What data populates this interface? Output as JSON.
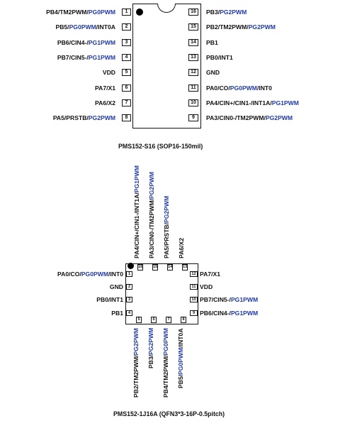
{
  "accent_color": "#1f3aa8",
  "soic": {
    "caption": "PMS152-S16 (SOP16-150mil)",
    "left_pins": [
      {
        "num": "1",
        "parts": [
          {
            "t": "PB4/TM2PWM/",
            "c": "k"
          },
          {
            "t": "PG0PWM",
            "c": "b"
          }
        ]
      },
      {
        "num": "2",
        "parts": [
          {
            "t": "PB5/",
            "c": "k"
          },
          {
            "t": "PG0PWM",
            "c": "b"
          },
          {
            "t": "/INT0A",
            "c": "k"
          }
        ]
      },
      {
        "num": "3",
        "parts": [
          {
            "t": "PB6/CIN4-/",
            "c": "k"
          },
          {
            "t": "PG1PWM",
            "c": "b"
          }
        ]
      },
      {
        "num": "4",
        "parts": [
          {
            "t": "PB7/CIN5-/",
            "c": "k"
          },
          {
            "t": "PG1PWM",
            "c": "b"
          }
        ]
      },
      {
        "num": "5",
        "parts": [
          {
            "t": "VDD",
            "c": "k"
          }
        ]
      },
      {
        "num": "6",
        "parts": [
          {
            "t": "PA7/X1",
            "c": "k"
          }
        ]
      },
      {
        "num": "7",
        "parts": [
          {
            "t": "PA6/X2",
            "c": "k"
          }
        ]
      },
      {
        "num": "8",
        "parts": [
          {
            "t": "PA5/PRSTB/",
            "c": "k"
          },
          {
            "t": "PG2PWM",
            "c": "b"
          }
        ]
      }
    ],
    "right_pins": [
      {
        "num": "16",
        "parts": [
          {
            "t": "PB3/",
            "c": "k"
          },
          {
            "t": "PG2PWM",
            "c": "b"
          }
        ]
      },
      {
        "num": "15",
        "parts": [
          {
            "t": "PB2/TM2PWM/",
            "c": "k"
          },
          {
            "t": "PG2PWM",
            "c": "b"
          }
        ]
      },
      {
        "num": "14",
        "parts": [
          {
            "t": "PB1",
            "c": "k"
          }
        ]
      },
      {
        "num": "13",
        "parts": [
          {
            "t": "PB0/INT1",
            "c": "k"
          }
        ]
      },
      {
        "num": "12",
        "parts": [
          {
            "t": "GND",
            "c": "k"
          }
        ]
      },
      {
        "num": "11",
        "parts": [
          {
            "t": "PA0/CO/",
            "c": "k"
          },
          {
            "t": "PG0PWM",
            "c": "b"
          },
          {
            "t": "/INT0",
            "c": "k"
          }
        ]
      },
      {
        "num": "10",
        "parts": [
          {
            "t": "PA4/CIN+/CIN1-/INT1A/",
            "c": "k"
          },
          {
            "t": "PG1PWM",
            "c": "b"
          }
        ]
      },
      {
        "num": "9",
        "parts": [
          {
            "t": "PA3/CIN0-/TM2PWM/",
            "c": "k"
          },
          {
            "t": "PG2PWM",
            "c": "b"
          }
        ]
      }
    ]
  },
  "qfn": {
    "caption": "PMS152-1J16A (QFN3*3-16P-0.5pitch)",
    "top_pins": [
      {
        "num": "16",
        "parts": [
          {
            "t": "PA4/CIN+/CIN1-/INT1A/",
            "c": "k"
          },
          {
            "t": "PG1PWM",
            "c": "b"
          }
        ]
      },
      {
        "num": "15",
        "parts": [
          {
            "t": "PA3/CIN0-/TM2PWM/",
            "c": "k"
          },
          {
            "t": "PG2PWM",
            "c": "b"
          }
        ]
      },
      {
        "num": "14",
        "parts": [
          {
            "t": "PA5/PRSTB/",
            "c": "k"
          },
          {
            "t": "PG2PWM",
            "c": "b"
          }
        ]
      },
      {
        "num": "13",
        "parts": [
          {
            "t": "PA6/X2",
            "c": "k"
          }
        ]
      }
    ],
    "left_pins": [
      {
        "num": "1",
        "parts": [
          {
            "t": "PA0/CO/",
            "c": "k"
          },
          {
            "t": "PG0PWM",
            "c": "b"
          },
          {
            "t": "/INT0",
            "c": "k"
          }
        ]
      },
      {
        "num": "2",
        "parts": [
          {
            "t": "GND",
            "c": "k"
          }
        ]
      },
      {
        "num": "3",
        "parts": [
          {
            "t": "PB0/INT1",
            "c": "k"
          }
        ]
      },
      {
        "num": "4",
        "parts": [
          {
            "t": "PB1",
            "c": "k"
          }
        ]
      }
    ],
    "right_pins": [
      {
        "num": "12",
        "parts": [
          {
            "t": "PA7/X1",
            "c": "k"
          }
        ]
      },
      {
        "num": "11",
        "parts": [
          {
            "t": "VDD",
            "c": "k"
          }
        ]
      },
      {
        "num": "10",
        "parts": [
          {
            "t": "PB7/CIN5-/",
            "c": "k"
          },
          {
            "t": "PG1PWM",
            "c": "b"
          }
        ]
      },
      {
        "num": "9",
        "parts": [
          {
            "t": "PB6/CIN4-/",
            "c": "k"
          },
          {
            "t": "PG1PWM",
            "c": "b"
          }
        ]
      }
    ],
    "bottom_pins": [
      {
        "num": "5",
        "parts": [
          {
            "t": "PB2/TM2PWM/",
            "c": "k"
          },
          {
            "t": "PG2PWM",
            "c": "b"
          }
        ]
      },
      {
        "num": "6",
        "parts": [
          {
            "t": "PB3/",
            "c": "k"
          },
          {
            "t": "PG2PWM",
            "c": "b"
          }
        ]
      },
      {
        "num": "7",
        "parts": [
          {
            "t": "PB4/TM2PWM/",
            "c": "k"
          },
          {
            "t": "PG0PWM",
            "c": "b"
          }
        ]
      },
      {
        "num": "8",
        "parts": [
          {
            "t": "PB5/",
            "c": "k"
          },
          {
            "t": "PG0PWM",
            "c": "b"
          },
          {
            "t": "/INT0A",
            "c": "k"
          }
        ]
      }
    ]
  }
}
